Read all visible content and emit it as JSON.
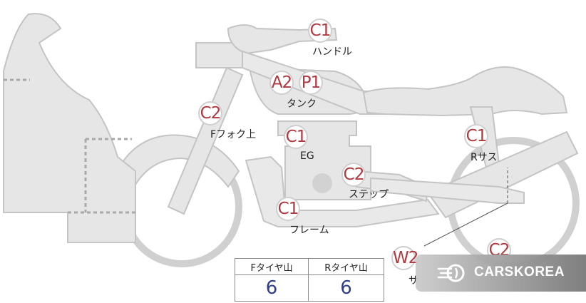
{
  "parts": [
    {
      "code": "C1",
      "label": "ハンドル"
    },
    {
      "code": "A2",
      "label": ""
    },
    {
      "code": "P1",
      "label": "タンク"
    },
    {
      "code": "C2",
      "label": "Fフォク上"
    },
    {
      "code": "C1",
      "label": "EG"
    },
    {
      "code": "C1",
      "label": "Rサス"
    },
    {
      "code": "C2",
      "label": "ステップ"
    },
    {
      "code": "C1",
      "label": "フレーム"
    },
    {
      "code": "W2",
      "label": "サ"
    },
    {
      "code": "C2",
      "label": ""
    }
  ],
  "tread_table": {
    "headers": [
      "Fタイヤ山",
      "Rタイヤ山"
    ],
    "values": [
      "6",
      "6"
    ]
  },
  "watermark": {
    "text": "CARSKOREA",
    "icon": "carskorea-logo-icon"
  },
  "colors": {
    "badge_text": "#b0383f",
    "part_fill": "#e6e6e6",
    "part_stroke": "#c4c4c4",
    "value_text": "#2f3e8c"
  }
}
